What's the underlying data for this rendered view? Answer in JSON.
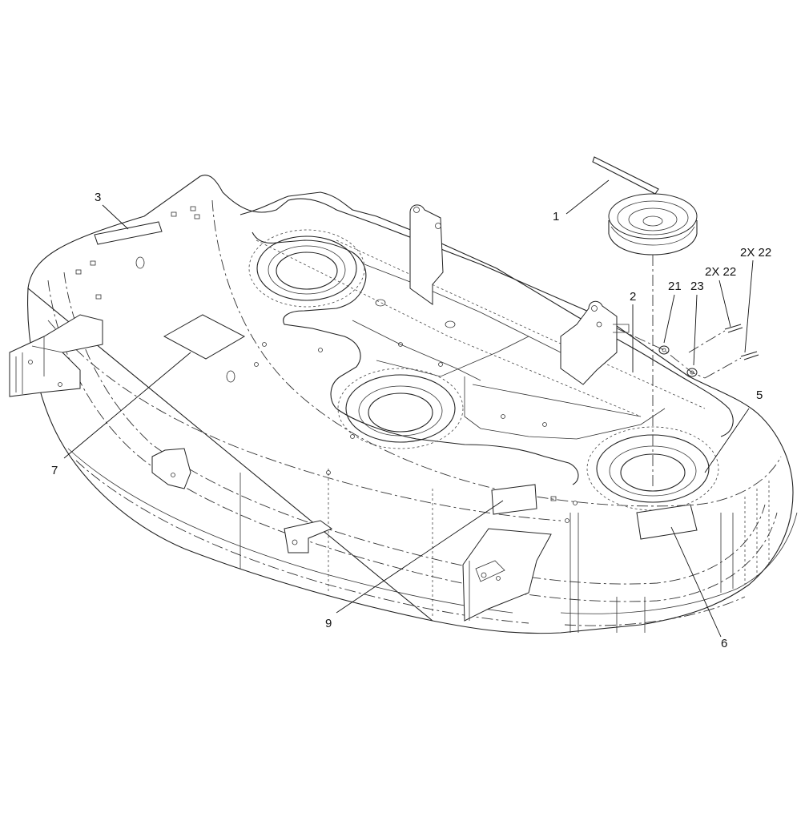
{
  "callouts": [
    {
      "id": "c1",
      "label": "1"
    },
    {
      "id": "c2",
      "label": "2"
    },
    {
      "id": "c3",
      "label": "3"
    },
    {
      "id": "c5",
      "label": "5"
    },
    {
      "id": "c6",
      "label": "6"
    },
    {
      "id": "c7",
      "label": "7"
    },
    {
      "id": "c9",
      "label": "9"
    },
    {
      "id": "c21",
      "label": "21"
    },
    {
      "id": "c23",
      "label": "23"
    },
    {
      "id": "c22a",
      "label": "2X 22"
    },
    {
      "id": "c22b",
      "label": "2X 22"
    }
  ],
  "colors": {
    "ink": "#222222",
    "background": "#ffffff"
  }
}
